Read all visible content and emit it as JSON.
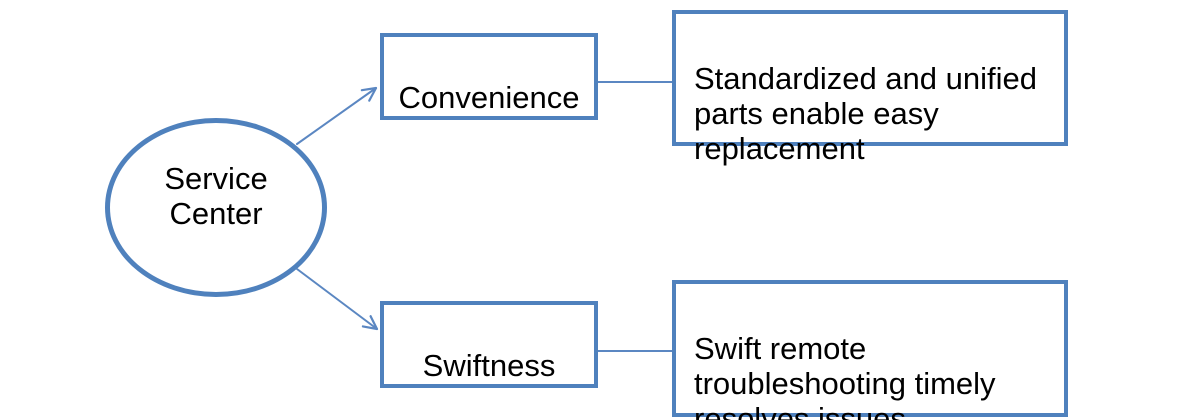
{
  "colors": {
    "shape_border": "#4f81bd",
    "connector_line": "#5b87c2",
    "text": "#000000",
    "background": "#ffffff"
  },
  "diagram": {
    "root": {
      "label": "Service\nCenter"
    },
    "branches": [
      {
        "label": "Convenience",
        "detail": "Standardized and unified\nparts enable easy\nreplacement"
      },
      {
        "label": "Swiftness",
        "detail": "Swift remote\ntroubleshooting timely\nresolves issues"
      }
    ]
  }
}
